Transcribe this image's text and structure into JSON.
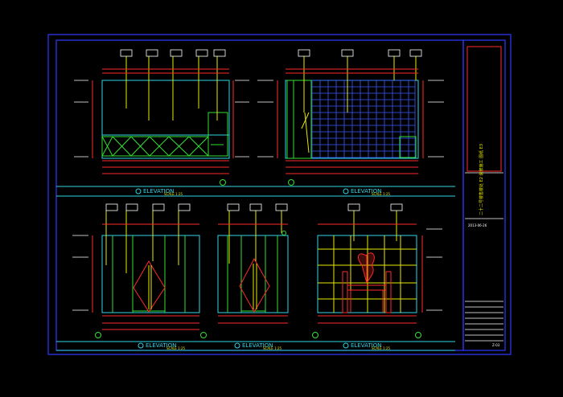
{
  "title_block": {
    "vertical_text": "二十二号楼售楼处 E2 装修施工 图纸 E3",
    "code": "Z-03",
    "date": "2013-06-26"
  },
  "elevations": [
    {
      "caption": "ELEVATION",
      "scale": "SCALE 1:25"
    },
    {
      "caption": "ELEVATION",
      "scale": "SCALE 1:25"
    },
    {
      "caption": "ELEVATION",
      "scale": "SCALE 1:25"
    },
    {
      "caption": "ELEVATION",
      "scale": "SCALE 1:25"
    },
    {
      "caption": "ELEVATION",
      "scale": "SCALE 1:25"
    }
  ],
  "colors": {
    "frame": "#2f3aff",
    "cyan": "#2fd3e6",
    "green": "#33e033",
    "yellow": "#e8e800",
    "magenta": "#e040e0",
    "red": "#ff2a2a"
  }
}
